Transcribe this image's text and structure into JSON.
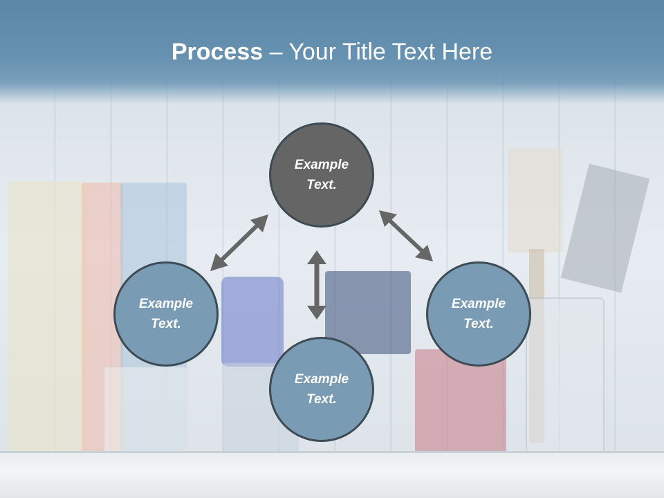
{
  "title": {
    "bold": "Process",
    "rest": " – Your Title Text Here"
  },
  "nodes": {
    "top": [
      "Example",
      "Text."
    ],
    "left": [
      "Example",
      "Text."
    ],
    "right": [
      "Example",
      "Text."
    ],
    "bottom": [
      "Example",
      "Text."
    ]
  },
  "colors": {
    "title_band": "#6691b0",
    "node_dark": "#656565",
    "node_light": "#7a9bb4",
    "node_border": "#3d4b55",
    "arrow": "#666666"
  },
  "icons": {
    "arrows": "double-headed-arrow"
  }
}
